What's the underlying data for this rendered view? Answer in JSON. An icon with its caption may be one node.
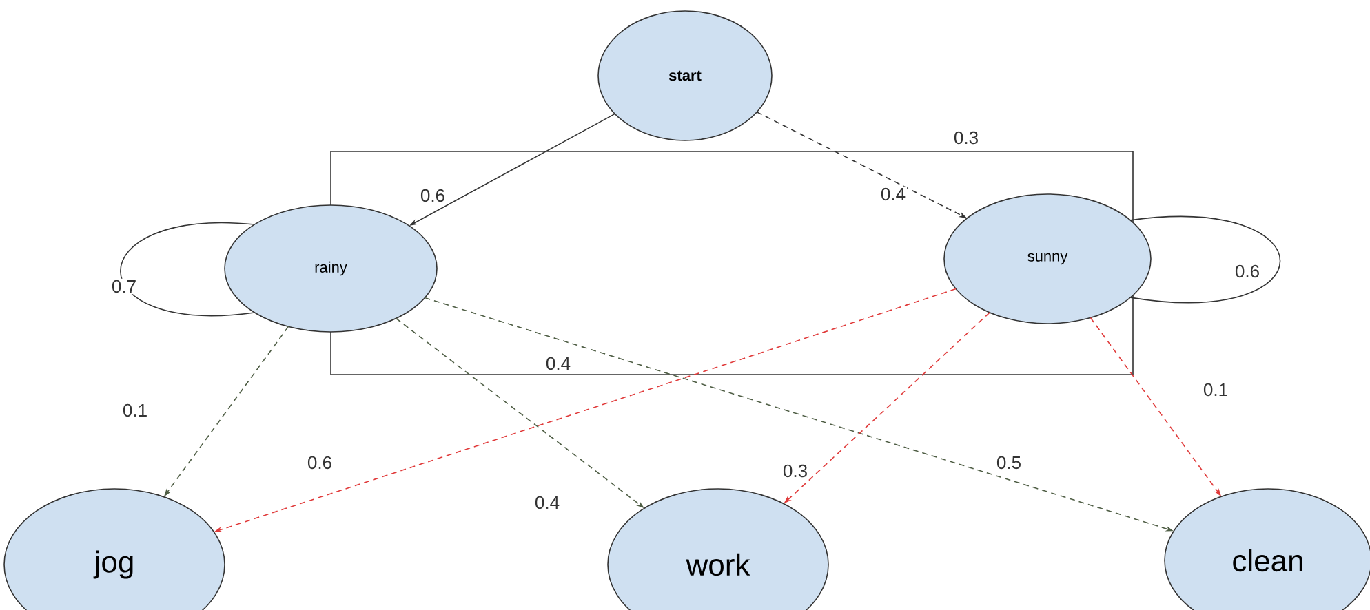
{
  "diagram": {
    "nodes": [
      {
        "text": [
          "start"
        ]
      },
      {
        "text": [
          "rainy"
        ]
      },
      {
        "text": [
          "sunny"
        ]
      },
      {
        "text": [
          "jog"
        ]
      },
      {
        "text": [
          "work"
        ]
      },
      {
        "text": [
          "clean"
        ]
      }
    ],
    "edges": [
      {
        "from": 0,
        "to": 1,
        "arrow": "to",
        "label": "0.6"
      },
      {
        "from": 0,
        "to": 2,
        "arrow": "to",
        "label": "0.4",
        "style": "dashed"
      },
      {
        "from": 1,
        "to": 1,
        "arrow": "none",
        "label": "0.7"
      },
      {
        "from": 2,
        "to": 2,
        "arrow": "none",
        "label": "0.6"
      },
      {
        "from": 1,
        "to": 2,
        "arrow": "none",
        "label": "0.3"
      },
      {
        "from": 2,
        "to": 1,
        "arrow": "none",
        "label": "0.4"
      },
      {
        "from": 1,
        "to": 3,
        "arrow": "to",
        "label": "0.1",
        "style": "dashed",
        "color": "#4f5e45"
      },
      {
        "from": 1,
        "to": 4,
        "arrow": "to",
        "label": "0.4",
        "style": "dashed",
        "color": "#4f5e45"
      },
      {
        "from": 1,
        "to": 5,
        "arrow": "to",
        "label": "0.5",
        "style": "dashed",
        "color": "#4f5e45"
      },
      {
        "from": 2,
        "to": 3,
        "arrow": "to",
        "label": "0.6",
        "style": "dashed",
        "color": "#e03a3a"
      },
      {
        "from": 2,
        "to": 4,
        "arrow": "to",
        "label": "0.3",
        "style": "dashed",
        "color": "#e03a3a"
      },
      {
        "from": 2,
        "to": 5,
        "arrow": "to",
        "label": "0.1",
        "style": "dashed",
        "color": "#e03a3a"
      }
    ]
  }
}
